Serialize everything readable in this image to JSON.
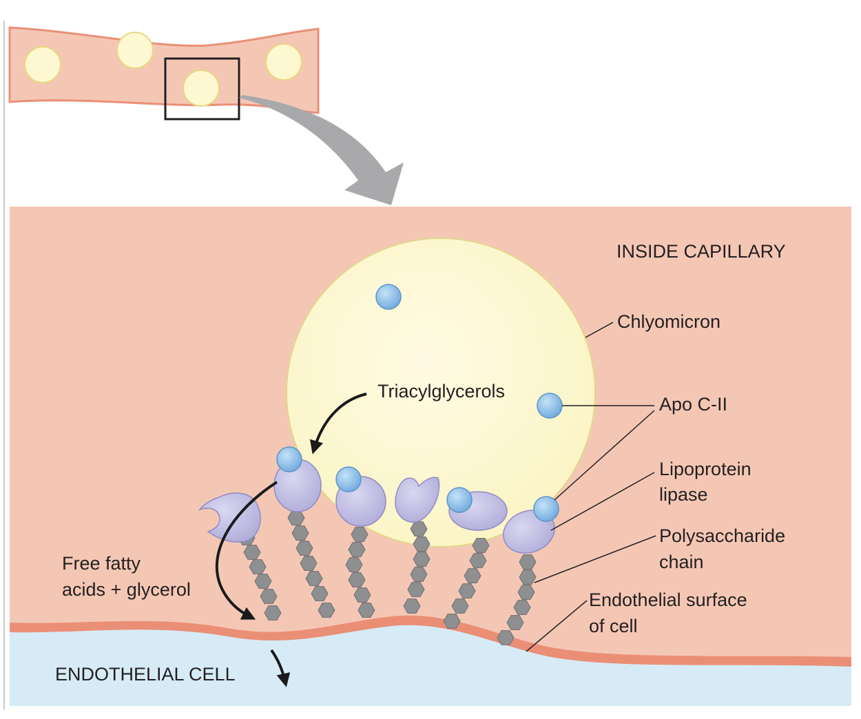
{
  "labels": {
    "inside_capillary": "INSIDE CAPILLARY",
    "chylomicron": "Chlyomicron",
    "apo_c2": "Apo C-II",
    "lipoprotein_lipase_line1": "Lipoprotein",
    "lipoprotein_lipase_line2": "lipase",
    "polysaccharide_line1": "Polysaccharide",
    "polysaccharide_line2": "chain",
    "endothelial_surface_line1": "Endothelial surface",
    "endothelial_surface_line2": "of cell",
    "triacylglycerols": "Triacylglycerols",
    "ffa_line1": "Free fatty",
    "ffa_line2": "acids + glycerol",
    "endothelial_cell": "ENDOTHELIAL CELL"
  },
  "colors": {
    "capillary_fill": "#f4c7b5",
    "capillary_wall": "#ea8f76",
    "chylomicron": "#fdf8d2",
    "apo_c2": "#8dc1ea",
    "lipase": "#c6c3e6",
    "polysaccharide": "#8e8f91",
    "endothelial_cell": "#d6ebf6",
    "arrow_gray": "#a9a9ab",
    "arrow_black": "#1a1a1a"
  }
}
